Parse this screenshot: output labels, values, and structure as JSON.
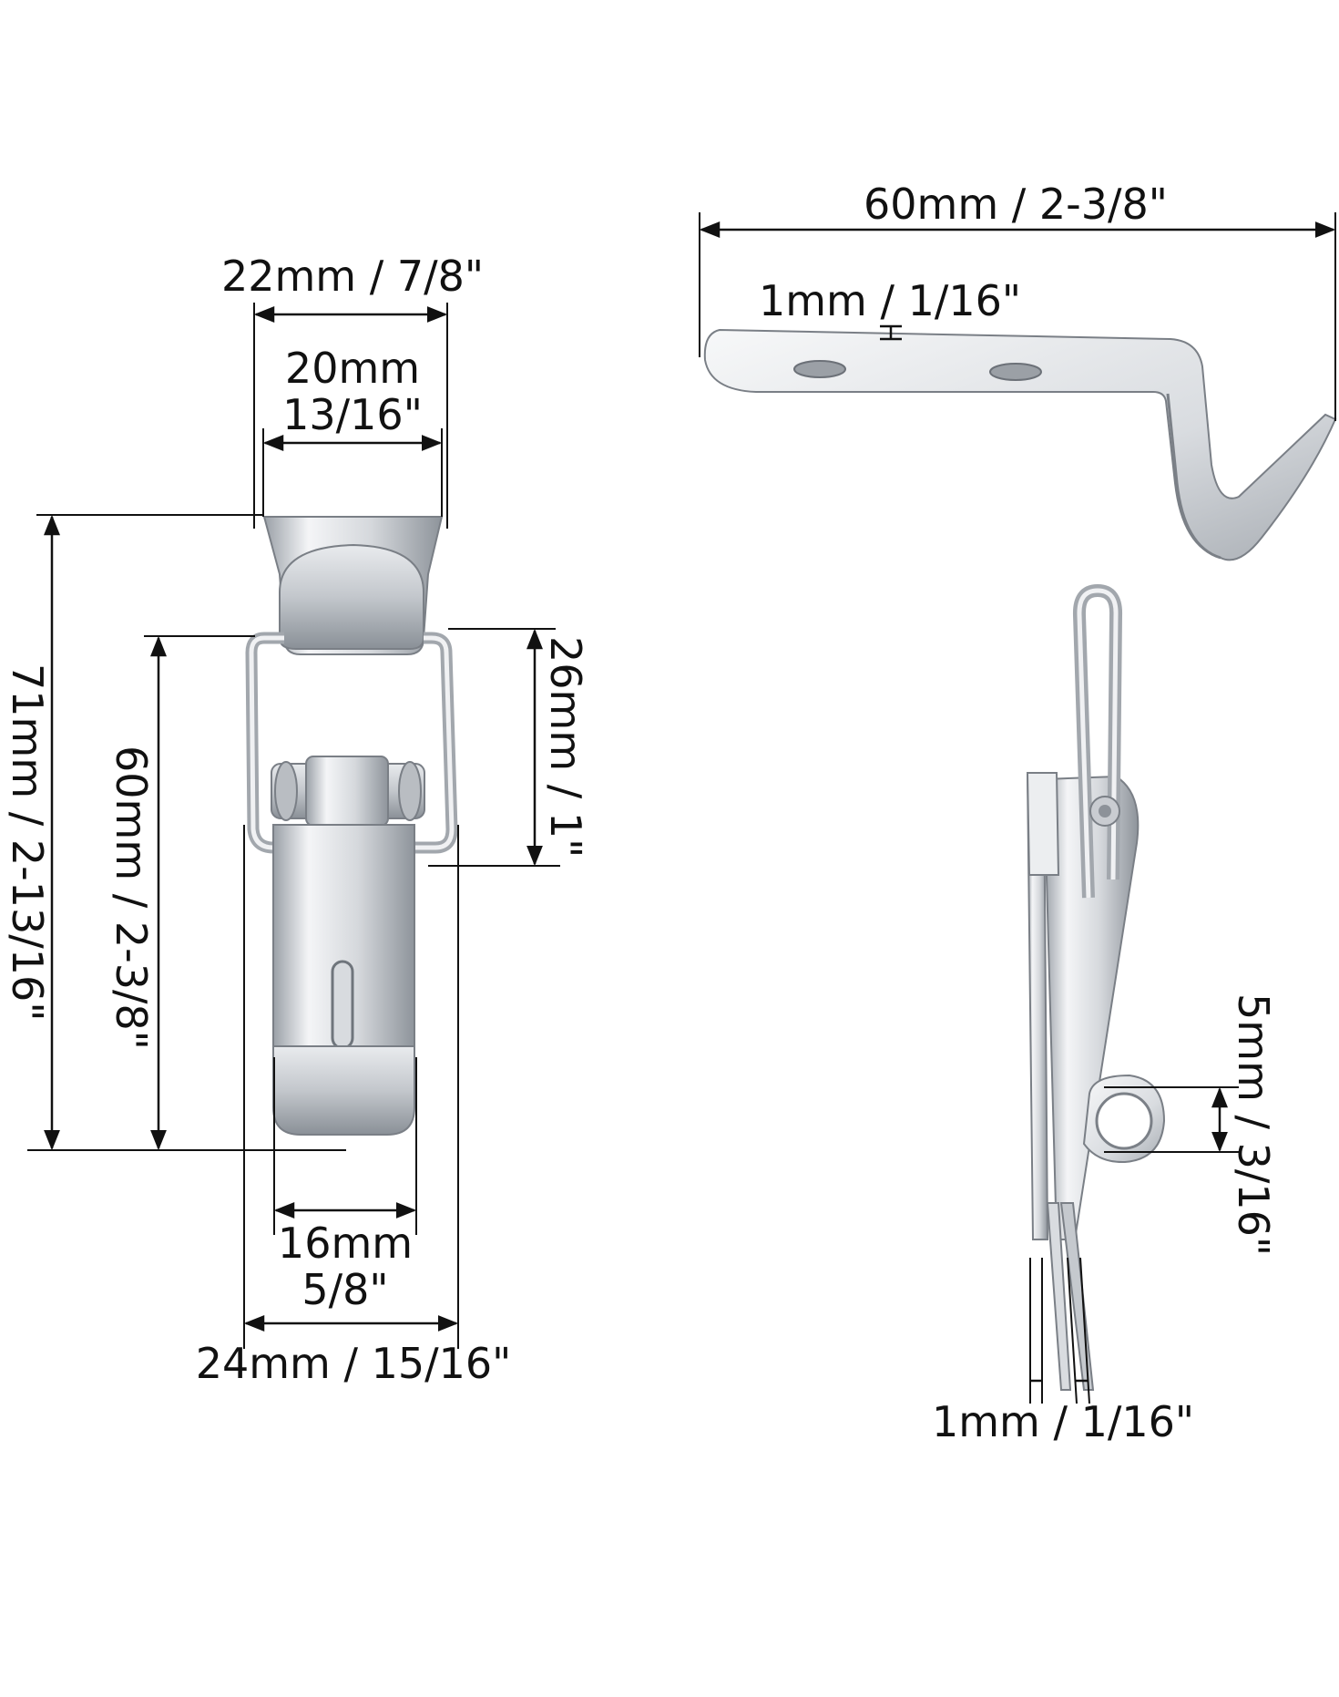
{
  "labels": {
    "latch_overall_width": "22mm / 7/8\"",
    "latch_top_width_mm": "20mm",
    "latch_top_width_in": "13/16\"",
    "latch_loop_height": "26mm / 1\"",
    "latch_total_height": "71mm / 2-13/16\"",
    "latch_body_height": "60mm / 2-3/8\"",
    "latch_tab_width_mm": "16mm",
    "latch_tab_width_in": "5/8\"",
    "latch_base_width": "24mm / 15/16\"",
    "catch_length": "60mm / 2-3/8\"",
    "catch_thickness": "1mm / 1/16\"",
    "side_hole_diameter": "5mm / 3/16\"",
    "side_thickness": "1mm / 1/16\""
  },
  "colors": {
    "line": "#111111",
    "metal_light": "#f2f3f5",
    "metal_mid": "#c9ccd1",
    "metal_dark": "#8d9299"
  }
}
